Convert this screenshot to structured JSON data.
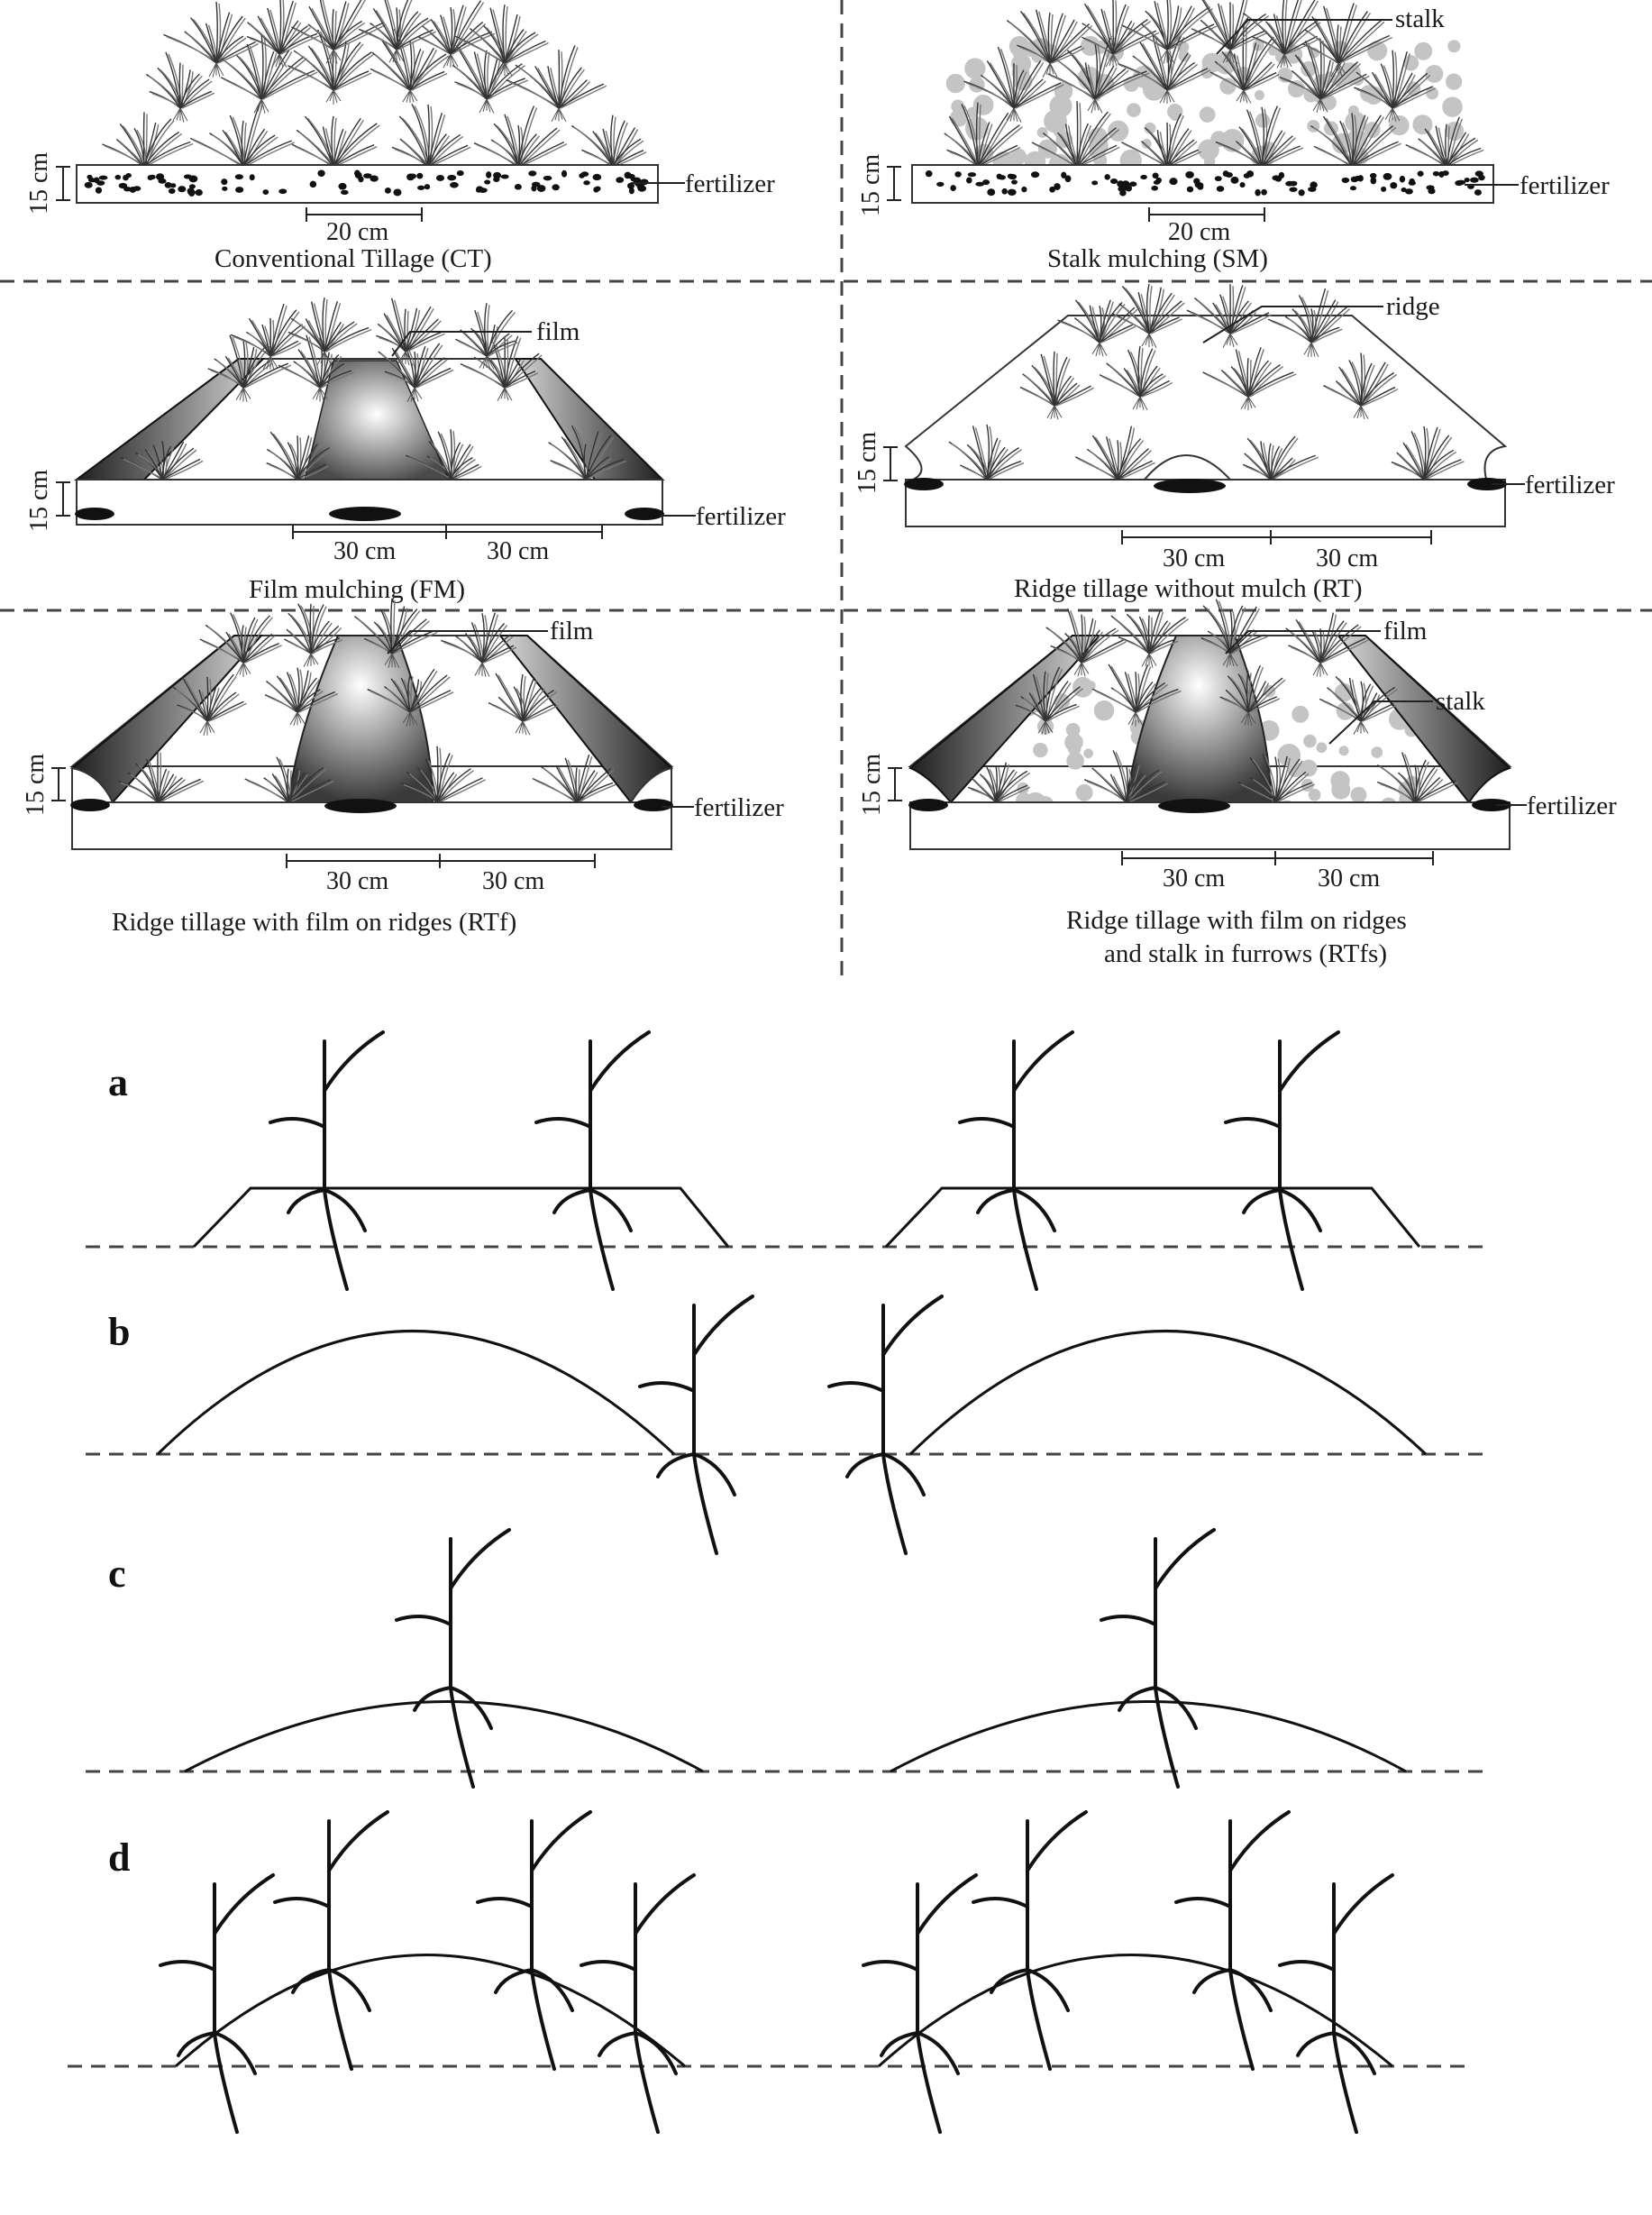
{
  "labels": {
    "depth": "15 cm",
    "fertilizer": "fertilizer",
    "film": "film",
    "stalk": "stalk",
    "ridge": "ridge",
    "spacing_20": "20 cm",
    "spacing_30": "30 cm"
  },
  "panels": [
    {
      "id": "ct",
      "caption": "Conventional Tillage (CT)"
    },
    {
      "id": "sm",
      "caption": "Stalk mulching (SM)"
    },
    {
      "id": "fm",
      "caption": "Film mulching (FM)"
    },
    {
      "id": "rt",
      "caption": "Ridge tillage without mulch (RT)"
    },
    {
      "id": "rtf",
      "caption": "Ridge tillage with film on ridges (RTf)"
    },
    {
      "id": "rtfs",
      "caption_line1": "Ridge tillage with film on ridges",
      "caption_line2": "and stalk in furrows (RTfs)"
    }
  ],
  "profiles": [
    {
      "letter": "a"
    },
    {
      "letter": "b"
    },
    {
      "letter": "c"
    },
    {
      "letter": "d"
    }
  ],
  "colors": {
    "ink": "#1a1a1a",
    "stalk_gray": "#bdbdbd",
    "film_dark": "#2e2e2e",
    "film_light": "#ffffff"
  }
}
